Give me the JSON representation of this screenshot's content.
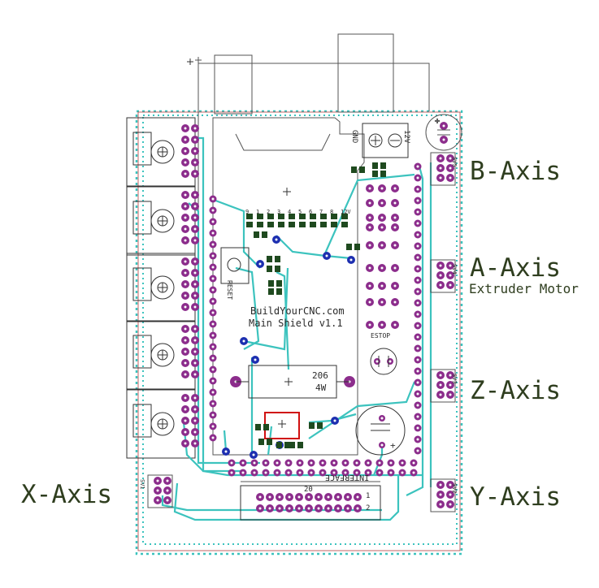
{
  "axes": {
    "b_axis": "B-Axis",
    "a_axis": "A-Axis",
    "a_axis_sub": "Extruder Motor",
    "z_axis": "Z-Axis",
    "y_axis": "Y-Axis",
    "x_axis": "X-Axis"
  },
  "board": {
    "title_line1": "BuildYourCNC.com",
    "title_line2": "Main Shield v1.1",
    "resistor_value": "206",
    "resistor_power": "4W",
    "reset_label": "RESET",
    "interface_label": "INTERFACE",
    "header_pin_20": "20",
    "header_pin_1": "1",
    "header_pin_2": "2",
    "power_12v": "12V",
    "power_gnd": "GND",
    "estop_label": "ESTOP",
    "io_labels": [
      "9",
      "1",
      "2",
      "3",
      "4",
      "5",
      "6",
      "7",
      "8",
      "12V"
    ],
    "sv_labels": [
      "SV5",
      "SV4",
      "SV3",
      "SV2",
      "SV1"
    ]
  },
  "colors": {
    "trace": "#3cc3be",
    "pad": "#8c2d8c",
    "via": "#1d2fb0",
    "silk": "#2a2a2a",
    "label": "#2f3e1f",
    "outline": "#9a9a9a",
    "ic_outline": "#d01010"
  }
}
